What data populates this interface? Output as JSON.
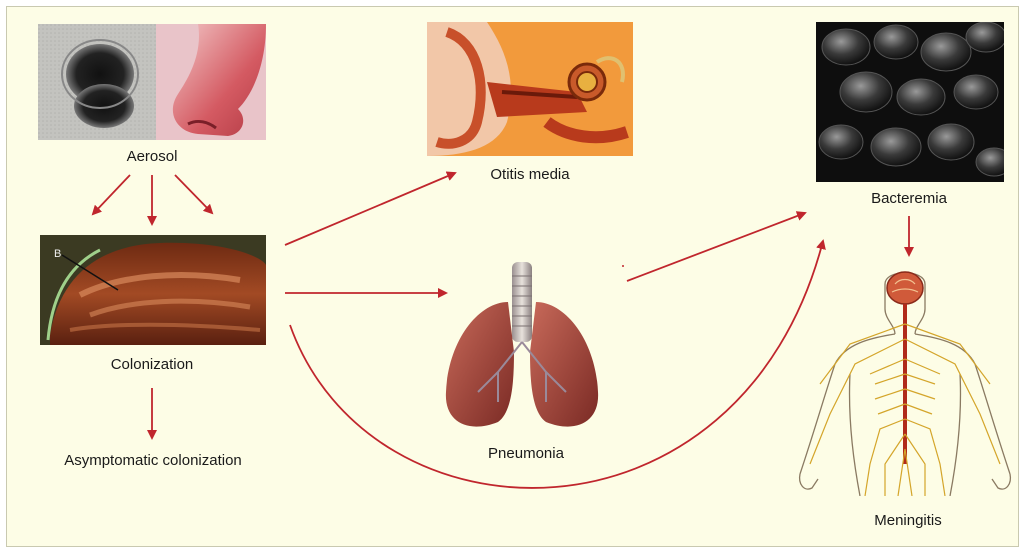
{
  "diagram": {
    "nodes": {
      "aerosol": {
        "label": "Aerosol",
        "icon": "bacterium-and-nose-image"
      },
      "colonization": {
        "label": "Colonization",
        "icon": "nasal-cavity-image"
      },
      "asymptomatic": {
        "label": "Asymptomatic colonization"
      },
      "otitis": {
        "label": "Otitis media",
        "icon": "ear-anatomy-image"
      },
      "pneumonia": {
        "label": "Pneumonia",
        "icon": "lungs-image"
      },
      "bacteremia": {
        "label": "Bacteremia",
        "icon": "blood-cells-image"
      },
      "meningitis": {
        "label": "Meningitis",
        "icon": "nervous-system-image"
      }
    },
    "colors": {
      "arrow": "#c0262d",
      "background": "#fdfde6",
      "flesh": "#b8493a"
    }
  }
}
